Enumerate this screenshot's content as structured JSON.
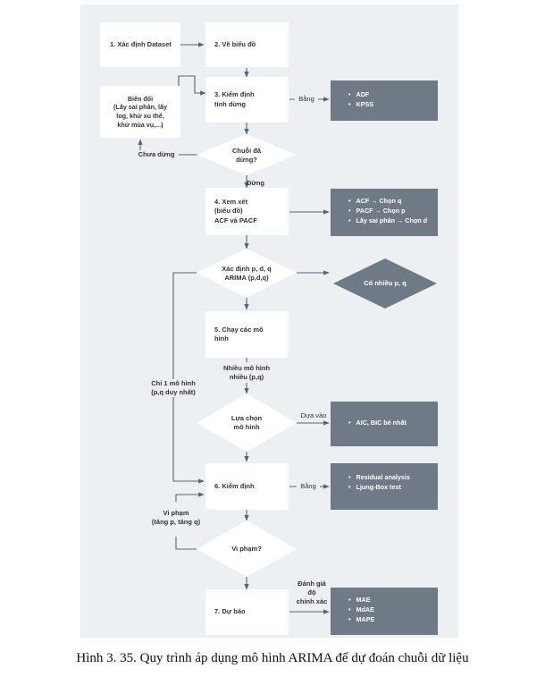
{
  "steps": {
    "s1": "1.  Xác định Dataset",
    "s2": "2.  Vẽ biểu đồ",
    "s3": "3.  Kiểm định\n     tính dừng",
    "transform": "Biến đổi\n(Lấy sai phân, lấy\nlog, khử xu thế,\nkhử mùa vụ,...)",
    "d1": "Chuỗi đã\ndừng?",
    "s4": "4.  Xem xét\n     (biểu đồ)\n     ACF và PACF",
    "d2": "Xác định p, d, q\nARIMA (p,d,q)",
    "d3": "Có nhiều p, q",
    "s5": "5.  Chạy các mô\n     hình",
    "d4": "Lựa chọn\nmô hình",
    "s6": "6.  Kiểm định",
    "d5": "Vi phạm?",
    "s7": "7.  Dự báo"
  },
  "panels": {
    "p1": [
      "ADF",
      "KPSS"
    ],
    "p2": [
      "ACF → Chọn q",
      "PACF → Chọn p",
      "Lấy sai phân → Chọn d"
    ],
    "p3": [
      "AIC, BIC bé nhất"
    ],
    "p4": [
      "Residual analysis",
      "Ljung-Box test"
    ],
    "p5": [
      "MAE",
      "MdAE",
      "MAPE"
    ]
  },
  "labels": {
    "bang1": "Bằng",
    "chua_dung": "Chưa dừng",
    "dung": "Dừng",
    "nhieu": "Nhiều mô hình\nnhiều (p,q)",
    "chi1": "Chỉ 1 mô hình\n(p,q duy nhất)",
    "dua_vao": "Dựa vào",
    "bang2": "Bằng",
    "vi_pham": "Vi phạm\n(tăng p, tăng q)",
    "danh_gia": "Đánh giá\nđộ\nchính xác"
  },
  "caption": "Hình 3. 35. Quy trình áp dụng mô hình ARIMA để dự đoán chuỗi dữ liệu",
  "colors": {
    "background": "#edf0f2",
    "box": "#ffffff",
    "panel": "#6f7a86",
    "line": "#5a6470"
  }
}
